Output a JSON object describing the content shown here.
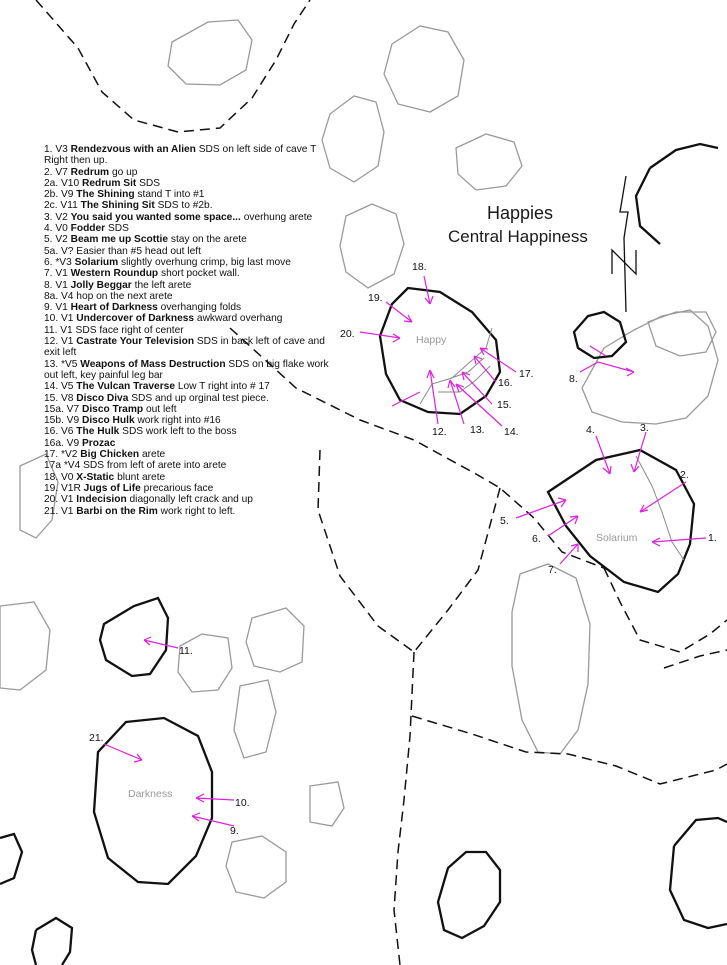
{
  "area": {
    "title": "Happies",
    "subtitle": "Central Happiness"
  },
  "boulders": {
    "happy": "Happy",
    "solarium": "Solarium",
    "darkness": "Darkness"
  },
  "north_arrow": {
    "letter": "N"
  },
  "colors": {
    "route_arrow": "#e020e0",
    "boulder_outline": "#111111",
    "minor_boulder": "#9a9a9a",
    "trail": "#111111",
    "text": "#111111"
  },
  "routes": [
    {
      "num": "1.",
      "grade": "V3",
      "name": "Rendezvous with an Alien",
      "desc": "SDS on left side of cave T Right then up."
    },
    {
      "num": "2.",
      "grade": "V7",
      "name": "Redrum",
      "desc": "go up"
    },
    {
      "num": "2a.",
      "grade": "V10",
      "name": "Redrum Sit",
      "desc": "SDS"
    },
    {
      "num": "2b.",
      "grade": "V9",
      "name": "The Shining",
      "desc": "stand T into #1"
    },
    {
      "num": "2c.",
      "grade": "V11",
      "name": "The Shining Sit",
      "desc": "SDS to #2b."
    },
    {
      "num": "3.",
      "grade": "V2",
      "name": "You said you wanted some space...",
      "desc": "overhung arete"
    },
    {
      "num": "4.",
      "grade": "V0",
      "name": "Fodder",
      "desc": "SDS"
    },
    {
      "num": "5.",
      "grade": "V2",
      "name": "Beam me up Scottie",
      "desc": "stay on the arete"
    },
    {
      "num": "5a.",
      "grade": "V?",
      "name": "",
      "desc": "Easier than #5 head out left"
    },
    {
      "num": "6.",
      "grade": "*V3",
      "name": "Solarium",
      "desc": "slightly overhung crimp, big last move"
    },
    {
      "num": "7.",
      "grade": "V1",
      "name": "Western Roundup",
      "desc": "short pocket wall."
    },
    {
      "num": "8.",
      "grade": "V1",
      "name": "Jolly Beggar",
      "desc": "the left arete"
    },
    {
      "num": "8a.",
      "grade": "V4",
      "name": "",
      "desc": "hop on the next arete"
    },
    {
      "num": "9.",
      "grade": "V1",
      "name": "Heart of Darkness",
      "desc": "overhanging folds"
    },
    {
      "num": "10.",
      "grade": "V1",
      "name": "Undercover of Darkness",
      "desc": "awkward overhang"
    },
    {
      "num": "11.",
      "grade": "V1",
      "name": "",
      "desc": "SDS face right of center"
    },
    {
      "num": "12.",
      "grade": "V1",
      "name": "Castrate Your Television",
      "desc": "SDS in back left of cave and exit left"
    },
    {
      "num": "13.",
      "grade": "*V5",
      "name": "Weapons of Mass Destruction",
      "desc": "SDS on big flake work out left, key painful leg bar"
    },
    {
      "num": "14.",
      "grade": "V5",
      "name": "The Vulcan Traverse",
      "desc": "Low T right into # 17"
    },
    {
      "num": "15.",
      "grade": "V8",
      "name": "Disco Diva",
      "desc": "SDS and up orginal test piece."
    },
    {
      "num": "15a.",
      "grade": "V7",
      "name": "Disco Tramp",
      "desc": "out left"
    },
    {
      "num": "15b.",
      "grade": "V9",
      "name": "Disco Hulk",
      "desc": "work right into #16"
    },
    {
      "num": "16.",
      "grade": "V6",
      "name": "The Hulk",
      "desc": "SDS work left to the boss"
    },
    {
      "num": "16a.",
      "grade": "V9",
      "name": "Prozac",
      "desc": ""
    },
    {
      "num": "17.",
      "grade": "*V2",
      "name": "Big Chicken",
      "desc": "arete"
    },
    {
      "num": "17a",
      "grade": "*V4",
      "name": "",
      "desc": "SDS from left of arete into arete"
    },
    {
      "num": "18.",
      "grade": "V0",
      "name": "X-Static",
      "desc": "blunt arete"
    },
    {
      "num": "19.",
      "grade": "V1R",
      "name": "Jugs of Life",
      "desc": "precarious face"
    },
    {
      "num": "20.",
      "grade": "V1",
      "name": "Indecision",
      "desc": "diagonally left crack and up"
    },
    {
      "num": "21.",
      "grade": "V1",
      "name": "Barbi on the Rim",
      "desc": "work right to left."
    }
  ],
  "map_labels": [
    "1.",
    "2.",
    "3.",
    "4.",
    "5.",
    "6.",
    "7.",
    "8.",
    "9.",
    "10.",
    "11.",
    "12.",
    "13.",
    "14.",
    "15.",
    "16.",
    "17.",
    "18.",
    "19.",
    "20.",
    "21."
  ]
}
